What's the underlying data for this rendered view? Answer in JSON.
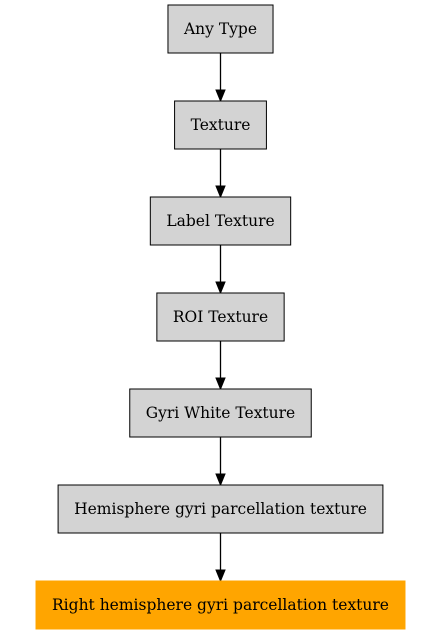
{
  "diagram": {
    "colors": {
      "node_fill": "#d3d3d3",
      "node_stroke": "#000000",
      "highlight_fill": "#ffa500",
      "edge": "#000000"
    },
    "nodes": [
      {
        "id": "any-type",
        "label": "Any Type",
        "highlighted": false
      },
      {
        "id": "texture",
        "label": "Texture",
        "highlighted": false
      },
      {
        "id": "label-texture",
        "label": "Label Texture",
        "highlighted": false
      },
      {
        "id": "roi-texture",
        "label": "ROI Texture",
        "highlighted": false
      },
      {
        "id": "gyri-white-texture",
        "label": "Gyri White Texture",
        "highlighted": false
      },
      {
        "id": "hemisphere-gyri-parcellation-texture",
        "label": "Hemisphere gyri parcellation texture",
        "highlighted": false
      },
      {
        "id": "right-hemisphere-gyri-parcellation-texture",
        "label": "Right hemisphere gyri parcellation texture",
        "highlighted": true
      }
    ],
    "edges": [
      {
        "from": "any-type",
        "to": "texture"
      },
      {
        "from": "texture",
        "to": "label-texture"
      },
      {
        "from": "label-texture",
        "to": "roi-texture"
      },
      {
        "from": "roi-texture",
        "to": "gyri-white-texture"
      },
      {
        "from": "gyri-white-texture",
        "to": "hemisphere-gyri-parcellation-texture"
      },
      {
        "from": "hemisphere-gyri-parcellation-texture",
        "to": "right-hemisphere-gyri-parcellation-texture"
      }
    ]
  }
}
